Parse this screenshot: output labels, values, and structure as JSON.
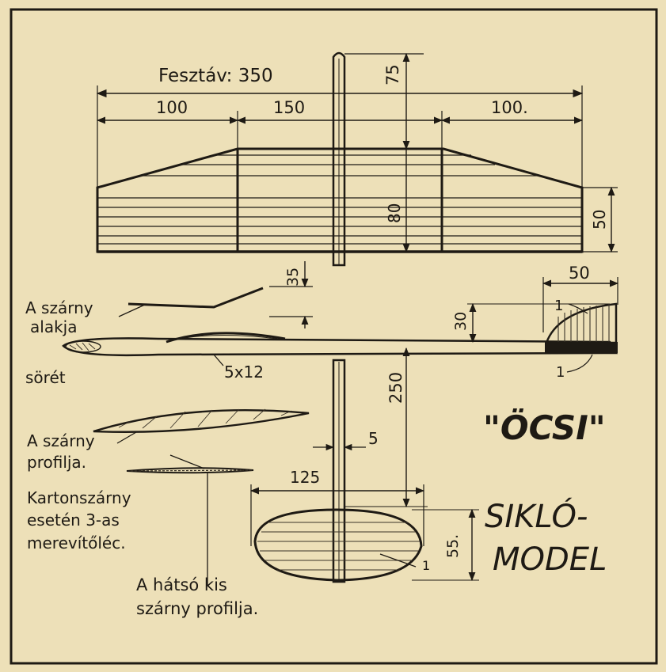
{
  "colors": {
    "paper": "#ede0b8",
    "ink": "#1e1a14",
    "hatch": "#3a3328"
  },
  "dimensions": {
    "span": "Fesztáv: 350",
    "left_panel": "100",
    "center_panel": "150",
    "right_panel": "100.",
    "nose_extension": "75",
    "center_chord": "80",
    "tip_chord": "50",
    "dihedral": "35",
    "fin_length": "50",
    "fin_height": "30",
    "tail_length": "250",
    "spar": "5x12",
    "stab_offset": "5",
    "stab_span": "125",
    "stab_chord": "55."
  },
  "callouts": {
    "fin_top": "1",
    "fin_bottom": "1",
    "stab": "1"
  },
  "labels": {
    "wing_shape": [
      "A szárny",
      "alakja"
    ],
    "ballast": "sörét",
    "wing_profile": [
      "A szárny",
      "profilja."
    ],
    "cardboard_note": [
      "Kartonszárny",
      "esetén 3-as",
      "merevítőléc."
    ],
    "tail_profile": [
      "A hátsó kis",
      "szárny profilja."
    ]
  },
  "title": {
    "name": "\"ÖCSI\"",
    "line1": "SIKLÓ-",
    "line2": "MODEL"
  }
}
